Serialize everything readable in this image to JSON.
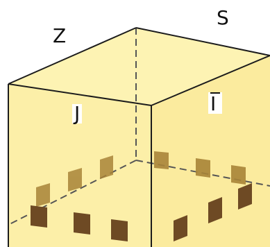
{
  "labels": {
    "top_left": "Z",
    "top_right": "S",
    "front_face": "J",
    "right_face": "I"
  },
  "colors": {
    "face_front": "#fcefa8",
    "face_top": "#fdf3b3",
    "face_right": "#fbeb9e",
    "edge": "#1c1c1c",
    "hidden_edge": "#555555",
    "peg_dark": "#6e4a24",
    "peg_light": "#a88438"
  },
  "pegs": {
    "front_row_count": 3,
    "back_row_count": 3,
    "right_near_row_count": 3,
    "right_far_row_count": 3
  }
}
